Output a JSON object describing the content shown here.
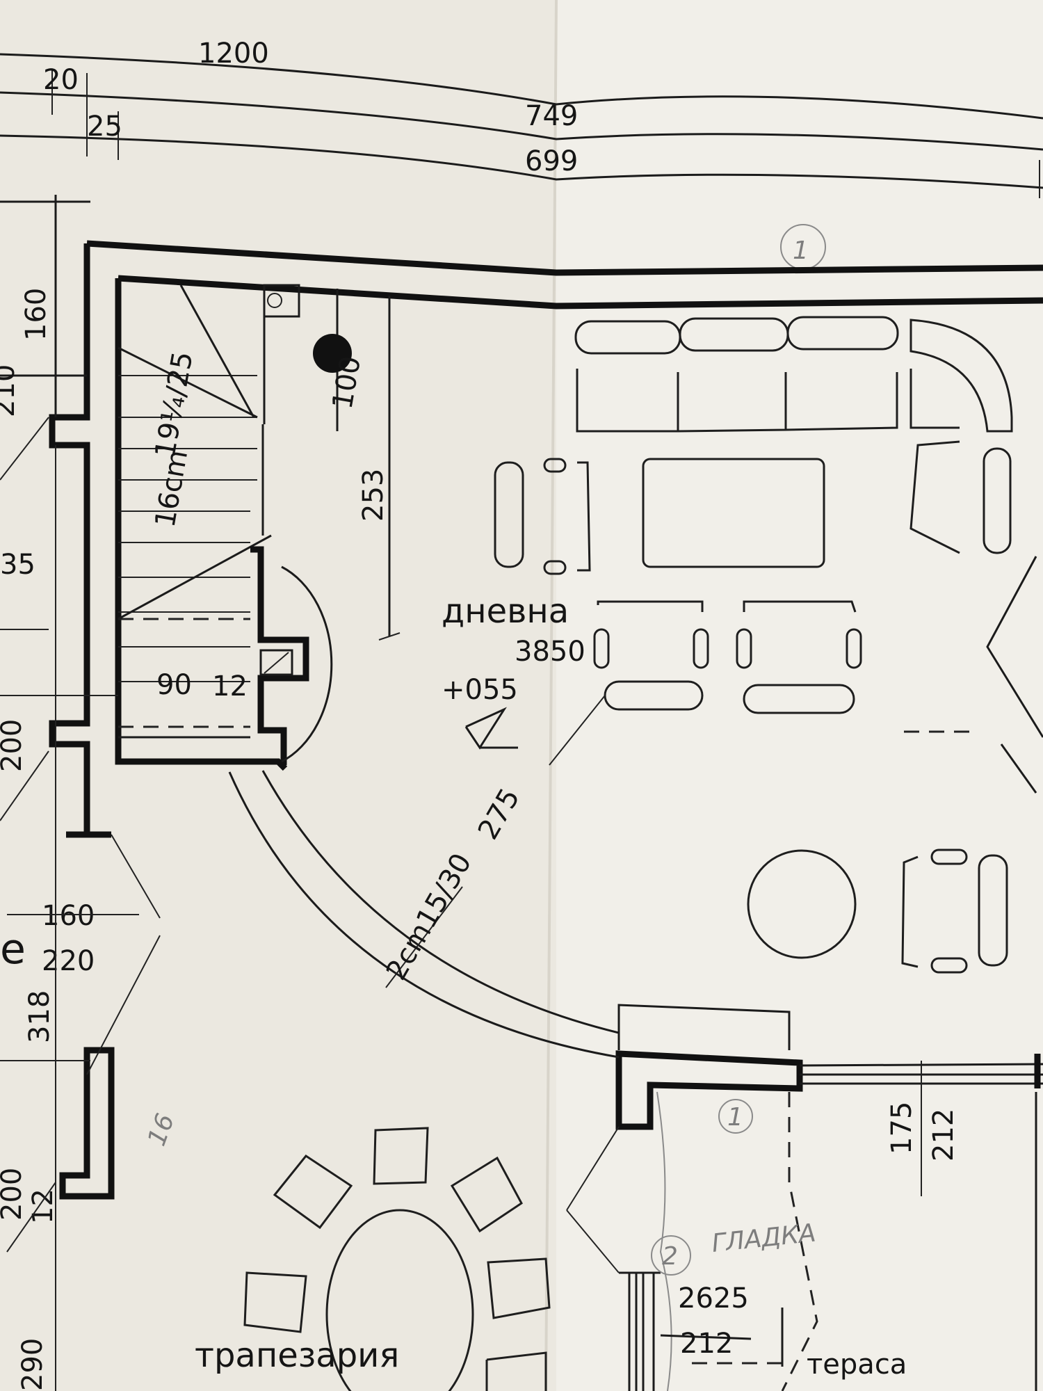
{
  "drawing": {
    "top_dimensions": {
      "overall": "1200",
      "left_a": "20",
      "left_b": "25",
      "right_a": "749",
      "right_b": "699"
    },
    "axis_markers": [
      "1",
      "1"
    ],
    "left_dimensions": [
      "160",
      "210",
      "35",
      "200",
      "160",
      "220",
      "318",
      "200",
      "12",
      "290",
      "e"
    ],
    "stair": {
      "riser": "19¼/25",
      "width_note": "16cm",
      "d100": "100",
      "d253": "253",
      "d90": "90",
      "d12": "12"
    },
    "living_room": {
      "name": "дневна",
      "area": "3850",
      "level": "+055",
      "d275": "275",
      "arc_note": "2cm15/30"
    },
    "dining_room": {
      "name": "трапезария"
    },
    "terrace": {
      "name": "тераса",
      "area": "2625",
      "height": "212",
      "d175": "175",
      "d212": "212"
    },
    "handwritten": {
      "circle_2": "2",
      "note": "ГЛАДКА",
      "mark": "16"
    },
    "colors": {
      "paper": "#ebe8e0",
      "ink": "#151515",
      "pencil": "#7d7d7d"
    }
  }
}
